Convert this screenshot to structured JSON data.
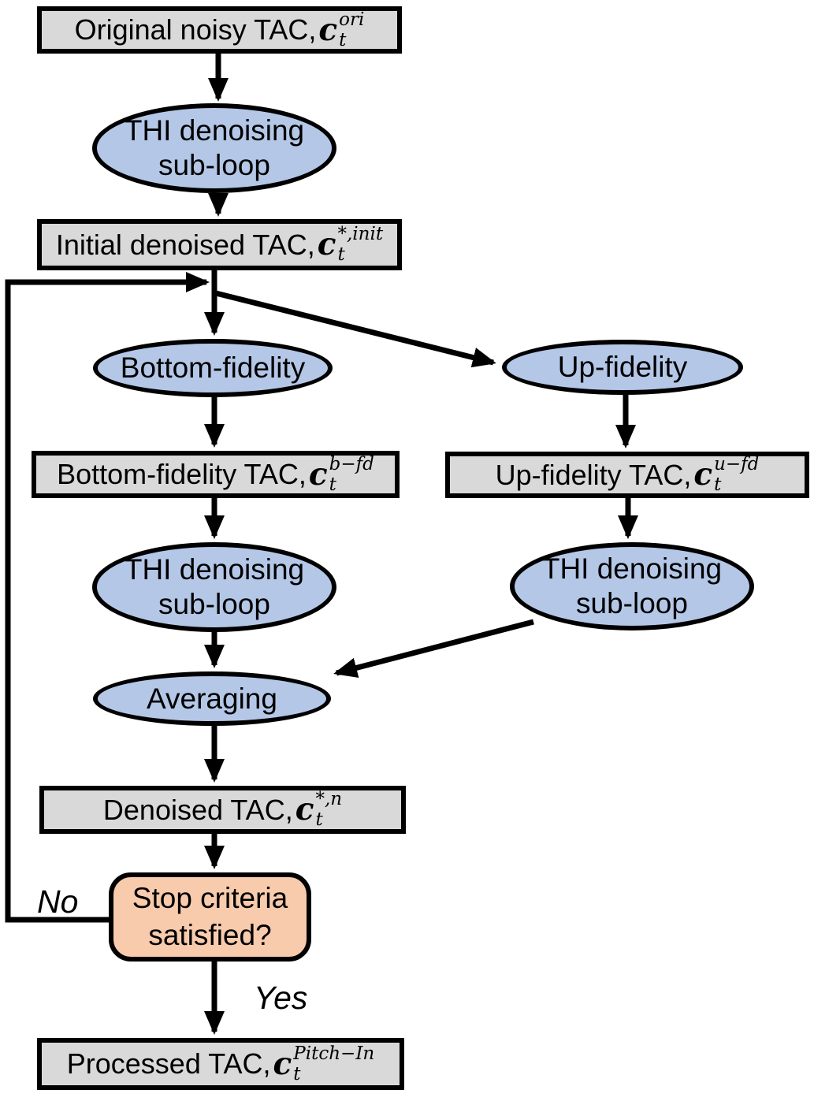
{
  "title": "TAC denoising flowchart",
  "colors": {
    "box_fill": "#d9d9d9",
    "ellipse_fill": "#b4c7e7",
    "decision_fill": "#f8cbad",
    "line": "#000000",
    "text": "#000000"
  },
  "nodes": {
    "original": {
      "text": "Original noisy TAC, ",
      "var": "c",
      "sub": "t",
      "sup": "ori"
    },
    "thi1": {
      "lines": [
        "THI denoising",
        "sub-loop"
      ]
    },
    "initial": {
      "text": "Initial denoised TAC,",
      "var": "c",
      "sub": "t",
      "sup": "*,init"
    },
    "bottom_fidelity": {
      "text": "Bottom-fidelity"
    },
    "up_fidelity": {
      "text": "Up-fidelity"
    },
    "bottom_tac": {
      "text": "Bottom-fidelity TAC,",
      "var": "c",
      "sub": "t",
      "sup": "b−fd"
    },
    "up_tac": {
      "text": "Up-fidelity TAC,",
      "var": "c",
      "sub": "t",
      "sup": "u−fd"
    },
    "thi2": {
      "lines": [
        "THI denoising",
        "sub-loop"
      ]
    },
    "thi3": {
      "lines": [
        "THI denoising",
        "sub-loop"
      ]
    },
    "averaging": {
      "text": "Averaging"
    },
    "denoised": {
      "text": "Denoised TAC,",
      "var": "c",
      "sub": "t",
      "sup": "*,n"
    },
    "stop": {
      "lines": [
        "Stop criteria",
        "satisfied?"
      ]
    },
    "processed": {
      "text": "Processed TAC,",
      "var": "c",
      "sub": "t",
      "sup": "Pitch−In"
    }
  },
  "edge_labels": {
    "no": "No",
    "yes": "Yes"
  }
}
